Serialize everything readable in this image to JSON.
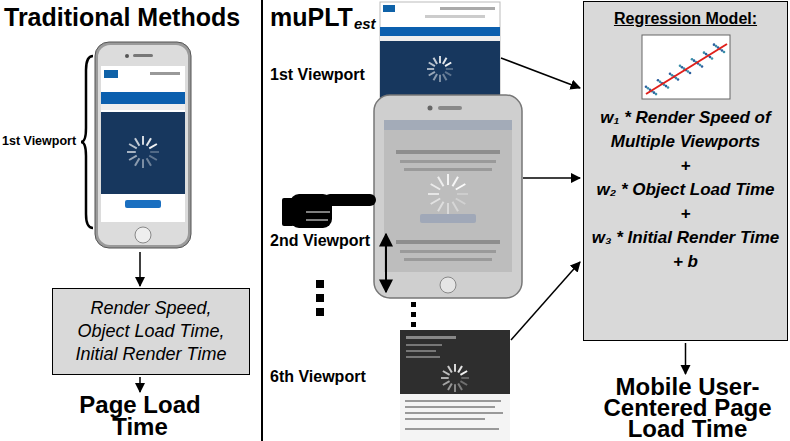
{
  "diagram": {
    "nodes": [
      {
        "text": [
          "Render Speed, Object Load Time, Initial Render Time"
        ]
      },
      {
        "text": [
          "Regression Model:",
          "w₁ * Render Speed of Multiple Viewports",
          "+",
          "w₂ * Object Load Time",
          "+",
          "w₃ * Initial Render Time + b"
        ]
      }
    ],
    "labels": [
      "Traditional Methods",
      "1st Viewport",
      "Page Load Time",
      "muPLT",
      "est",
      "1st Viewport",
      "2nd Viewport",
      "6th Viewport",
      "Mobile User-Centered Page Load Time"
    ]
  }
}
